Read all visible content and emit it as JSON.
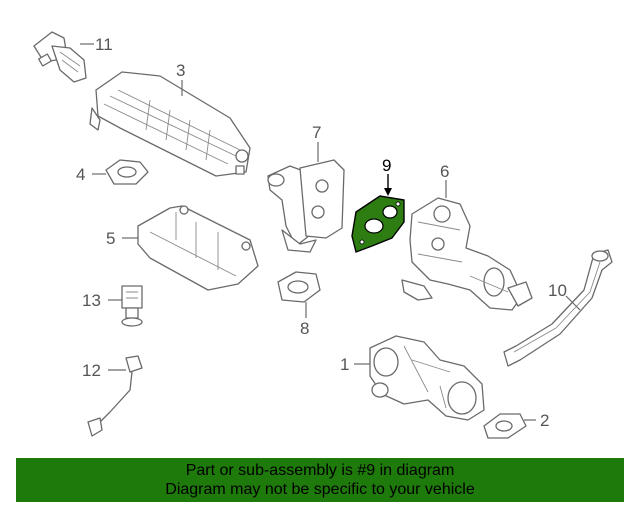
{
  "callouts": {
    "c1": "1",
    "c2": "2",
    "c3": "3",
    "c4": "4",
    "c5": "5",
    "c6": "6",
    "c7": "7",
    "c8": "8",
    "c9": "9",
    "c10": "10",
    "c11": "11",
    "c12": "12",
    "c13": "13"
  },
  "highlight": {
    "part": "9",
    "color": "#2e7d12"
  },
  "banner": {
    "line1": "Part or sub-assembly is #9 in diagram",
    "line2": "Diagram may not be specific to your vehicle",
    "color": "#1f7a0c"
  }
}
